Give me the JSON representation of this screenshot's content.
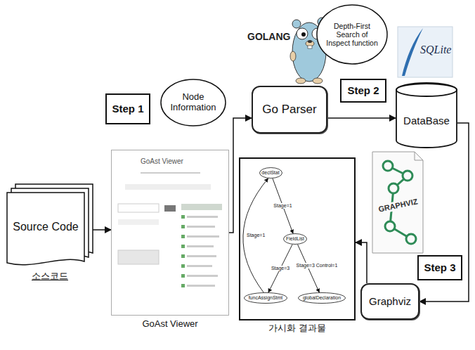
{
  "diagram": {
    "nodes": [
      {
        "text": [
          "Depth-First Search of Inspect function"
        ]
      },
      {
        "text": [
          "Step 1"
        ]
      },
      {
        "text": [
          "Node Information"
        ]
      },
      {
        "text": [
          "Go Parser"
        ]
      },
      {
        "text": [
          "Step 2"
        ]
      },
      {
        "text": [
          "DataBase"
        ]
      },
      {
        "text": [
          "Source Code",
          "소스코드"
        ]
      },
      {
        "text": [
          "GoAst Viewer"
        ]
      },
      {
        "text": [
          "가시화 결과물"
        ]
      },
      {
        "text": [
          "declStat"
        ],
        "in": 8
      },
      {
        "text": [
          "FieldList"
        ],
        "in": 8
      },
      {
        "text": [
          "funcAssignStmt"
        ],
        "in": 8
      },
      {
        "text": [
          "globalDeclaration"
        ],
        "in": 8
      },
      {
        "text": [
          "Step 3"
        ]
      },
      {
        "text": [
          "Graphviz"
        ]
      }
    ],
    "edges": [
      {
        "from": 6,
        "to": 7,
        "arrow": "to"
      },
      {
        "from": 7,
        "to": 3,
        "arrow": "to"
      },
      {
        "from": 3,
        "to": 5,
        "arrow": "to"
      },
      {
        "from": 5,
        "to": 14,
        "arrow": "to"
      },
      {
        "from": 14,
        "to": 8,
        "arrow": "to"
      },
      {
        "from": 9,
        "to": 10,
        "label": "Stage=1",
        "arrow": "to"
      },
      {
        "from": 11,
        "to": 9,
        "label": "Stage=1",
        "arrow": "to"
      },
      {
        "from": 10,
        "to": 11,
        "label": "Stage=3",
        "arrow": "to"
      },
      {
        "from": 10,
        "to": 12,
        "label": "Stage=3 Control=1",
        "arrow": "to"
      }
    ],
    "labels": [
      "GOLANG",
      "SQLite",
      "GRAPHVIZ",
      "GoAst Viewer"
    ]
  }
}
